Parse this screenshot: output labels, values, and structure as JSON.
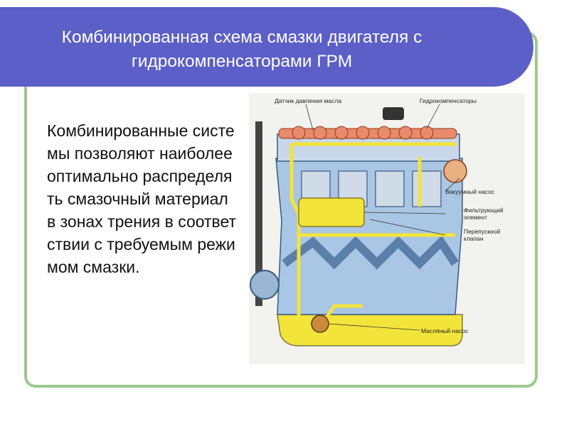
{
  "slide": {
    "title": "Комбинированная схема смазки двигателя с гидрокомпенсаторами ГРМ",
    "body": "Комбинированные системы позволяют наиболее оптимально распределять смазочный материал в зонах трения в соответствии с требуемым режимом смазки."
  },
  "figure": {
    "labels": {
      "pressure_sensor": "Датчик давления масла",
      "lifters": "Гидрокомпенсаторы",
      "vacuum_pump": "Вакуумный насос",
      "filter_line1": "Фильтрующий",
      "filter_line2": "элемент",
      "bypass_line1": "Перепускной",
      "bypass_line2": "клапан",
      "oil_pump": "Масляный насос"
    }
  },
  "colors": {
    "banner": "#5b5fc7",
    "frame": "#9cc98e",
    "oil": "#f3e43a",
    "engine_block": "#8fb4d8",
    "camshaft": "#e98a6a"
  }
}
